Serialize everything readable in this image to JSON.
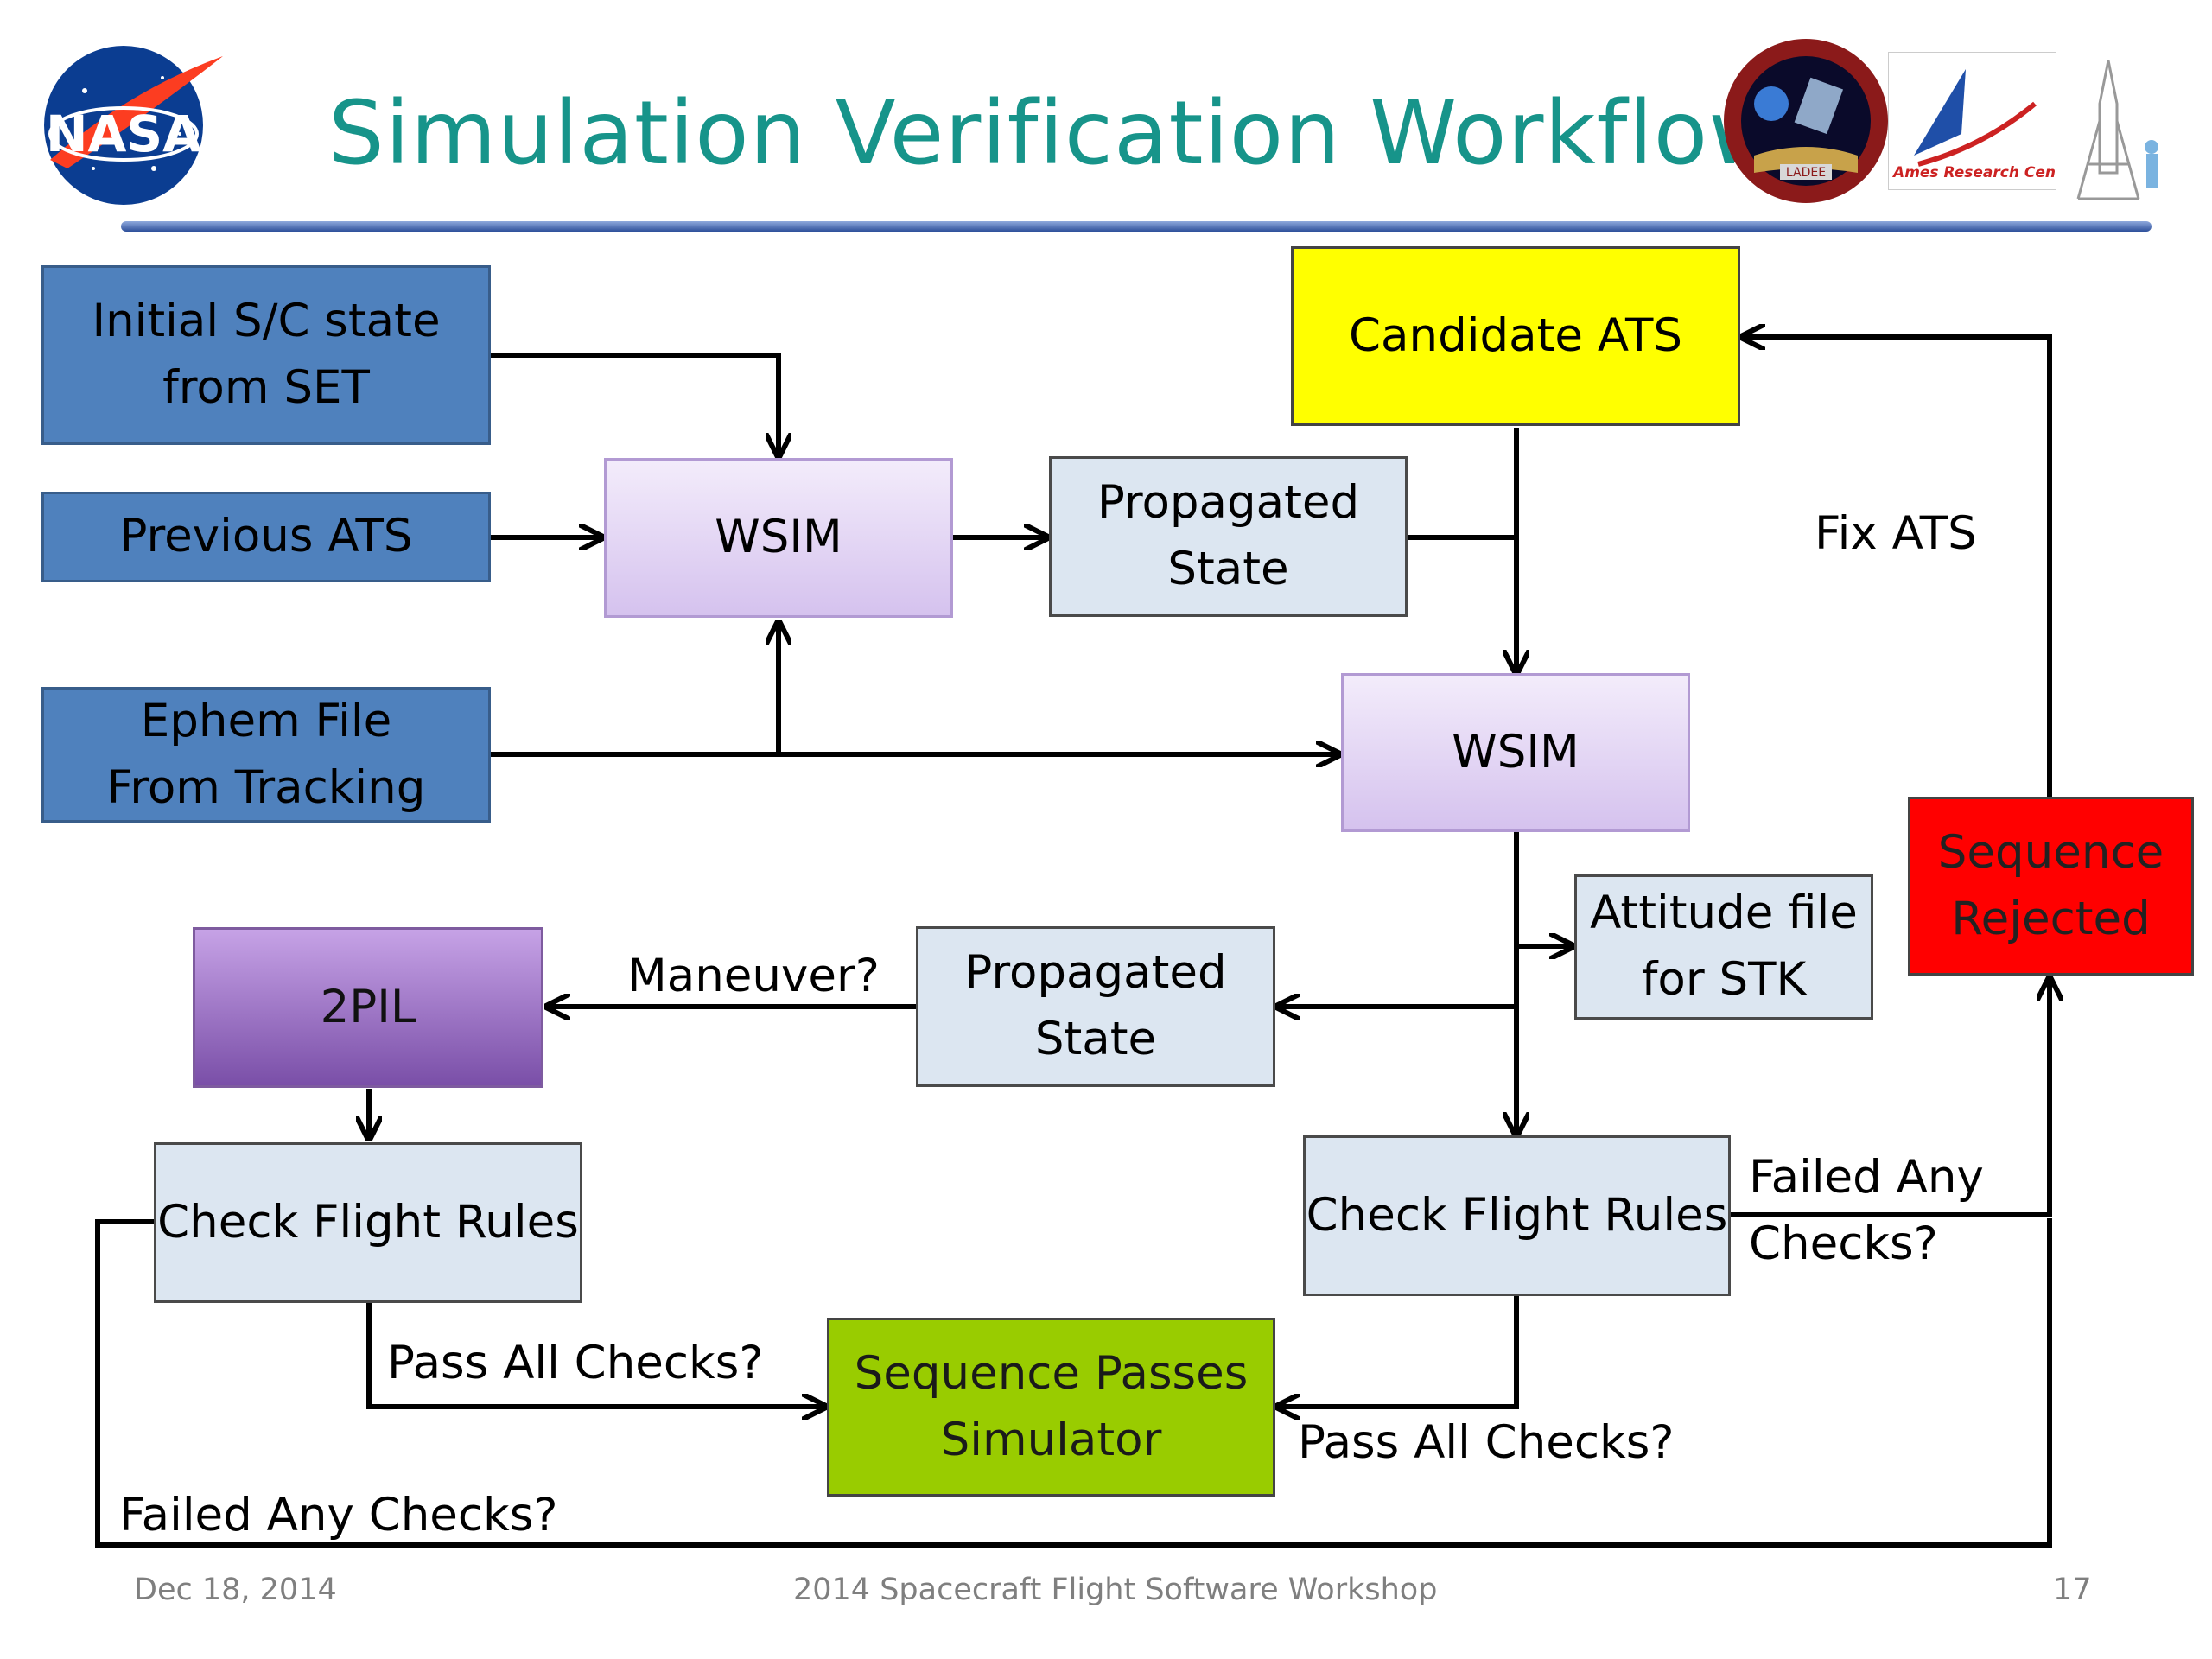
{
  "title": "Simulation Verification Workflow",
  "logos": {
    "nasa_text": "NASA",
    "agency_logo": "Ames Research Cen",
    "mission_logo_text": "LADEE"
  },
  "boxes": {
    "initial_state": "Initial S/C state\nfrom SET",
    "previous_ats": "Previous ATS",
    "ephem_file": "Ephem File\nFrom Tracking",
    "wsim_top": "WSIM",
    "propagated_state_top": "Propagated\nState",
    "candidate_ats": "Candidate ATS",
    "wsim_mid": "WSIM",
    "attitude_file": "Attitude file\nfor STK",
    "sequence_rejected": "Sequence\nRejected",
    "propagated_state_bottom": "Propagated\nState",
    "two_pil": "2PIL",
    "check_flight_rules_left": "Check Flight Rules",
    "check_flight_rules_right": "Check Flight Rules",
    "sequence_passes": "Sequence Passes\nSimulator"
  },
  "labels": {
    "fix_ats": "Fix ATS",
    "maneuver": "Maneuver?",
    "failed_any_checks_right": "Failed Any\nChecks?",
    "pass_all_checks_left": "Pass All Checks?",
    "pass_all_checks_right": "Pass All Checks?",
    "failed_any_checks_bottom": "Failed Any Checks?"
  },
  "footer": {
    "date": "Dec 18, 2014",
    "event": "2014 Spacecraft Flight Software Workshop",
    "page": "17"
  },
  "colors": {
    "title": "#17948a",
    "blue_box": "#4f81bd",
    "candidate_ats": "#ffff00",
    "rejected": "#ff0000",
    "passes": "#99cc00",
    "rule_line": "#3a5ba0"
  }
}
